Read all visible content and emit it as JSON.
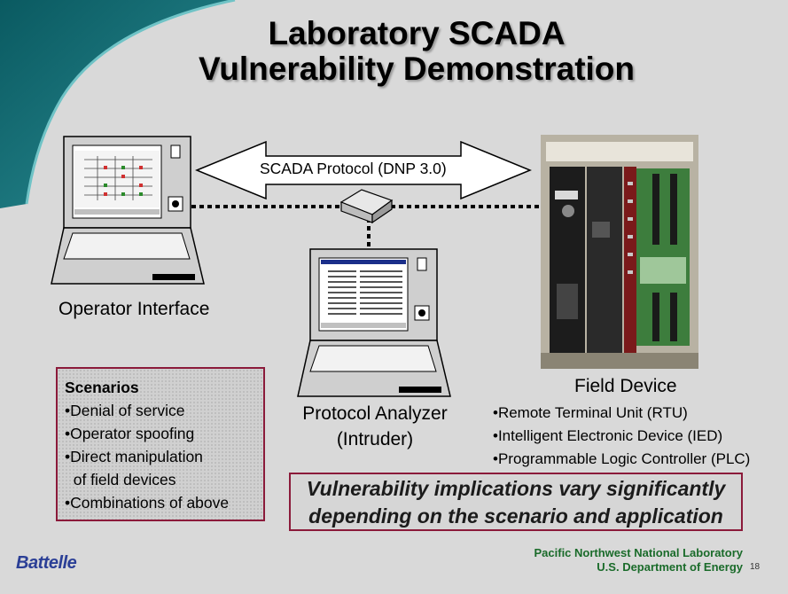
{
  "title": {
    "line1": "Laboratory SCADA",
    "line2": "Vulnerability Demonstration"
  },
  "protocol": {
    "label": "SCADA Protocol (DNP 3.0)"
  },
  "operator": {
    "label": "Operator Interface"
  },
  "analyzer": {
    "line1": "Protocol Analyzer",
    "line2": "(Intruder)"
  },
  "field": {
    "label": "Field Device",
    "items": [
      "•Remote Terminal Unit (RTU)",
      "•Intelligent Electronic Device (IED)",
      "•Programmable Logic Controller (PLC)"
    ]
  },
  "scenarios": {
    "heading": "Scenarios",
    "items": [
      "•Denial of service",
      "•Operator spoofing",
      "•Direct manipulation",
      "  of field devices",
      "•Combinations of above"
    ]
  },
  "implications": {
    "line1": "Vulnerability implications vary significantly",
    "line2": "depending on the scenario and application"
  },
  "footer": {
    "battelle": "Battelle",
    "pnnl_line1": "Pacific Northwest National Laboratory",
    "pnnl_line2": "U.S. Department of Energy",
    "page_number": "18"
  },
  "colors": {
    "background": "#d9d9d9",
    "border_accent": "#8b1a3a",
    "battelle_blue": "#2b3f96",
    "pnnl_green": "#1a6b2a",
    "corner_teal": "#0f6f74"
  }
}
